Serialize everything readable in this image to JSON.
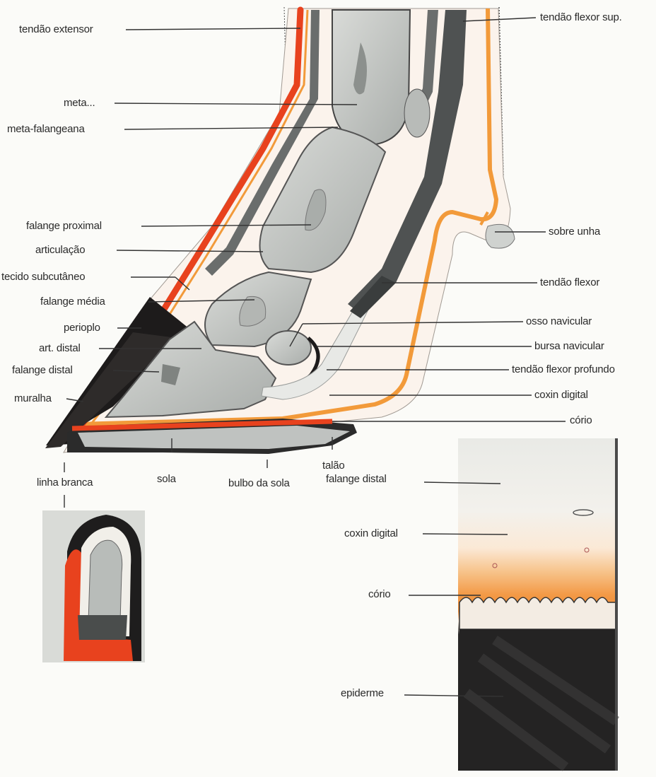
{
  "diagram": {
    "palette": {
      "paper": "#fbfbf8",
      "horn_red": "#e8421e",
      "horn_orange": "#f29a3a",
      "hoof_wall_dark": "#1d1b1b",
      "bone_gray": "#c9ccc9",
      "tendon_gray": "#5a5d5d",
      "digital_cushion": "#f6ece4"
    },
    "main_section": {
      "labels_left": {
        "tendao_extensor": "tendão extensor",
        "meta": "meta...",
        "meta_falangeana": "meta-falangeana",
        "falange_proximal": "falange proximal",
        "articulacao": "articulação",
        "tecido_subcutaneo": "tecido subcutâneo",
        "falange_media": "falange média",
        "perioplo": "perioplo",
        "art_distal": "art. distal",
        "falange_distal": "falange distal",
        "muralha": "muralha"
      },
      "labels_right": {
        "tendao_flexor_sup": "tendão flexor sup.",
        "sobre_unha": "sobre unha",
        "tendao_flexor": "tendão flexor",
        "osso_navicular": "osso navicular",
        "bursa_navicular": "bursa navicular",
        "tendao_flexor_profundo": "tendão flexor profundo",
        "coxin_digital": "coxin digital",
        "corio": "cório"
      },
      "labels_bottom": {
        "linha_branca": "linha branca",
        "sola": "sola",
        "bulbo_da_sola": "bulbo da sola",
        "talao": "talão"
      }
    },
    "tissue_section": {
      "labels": {
        "falange_distal": "falange distal",
        "coxin_digital": "coxin digital",
        "corio": "cório",
        "epiderme": "epiderme"
      }
    }
  }
}
